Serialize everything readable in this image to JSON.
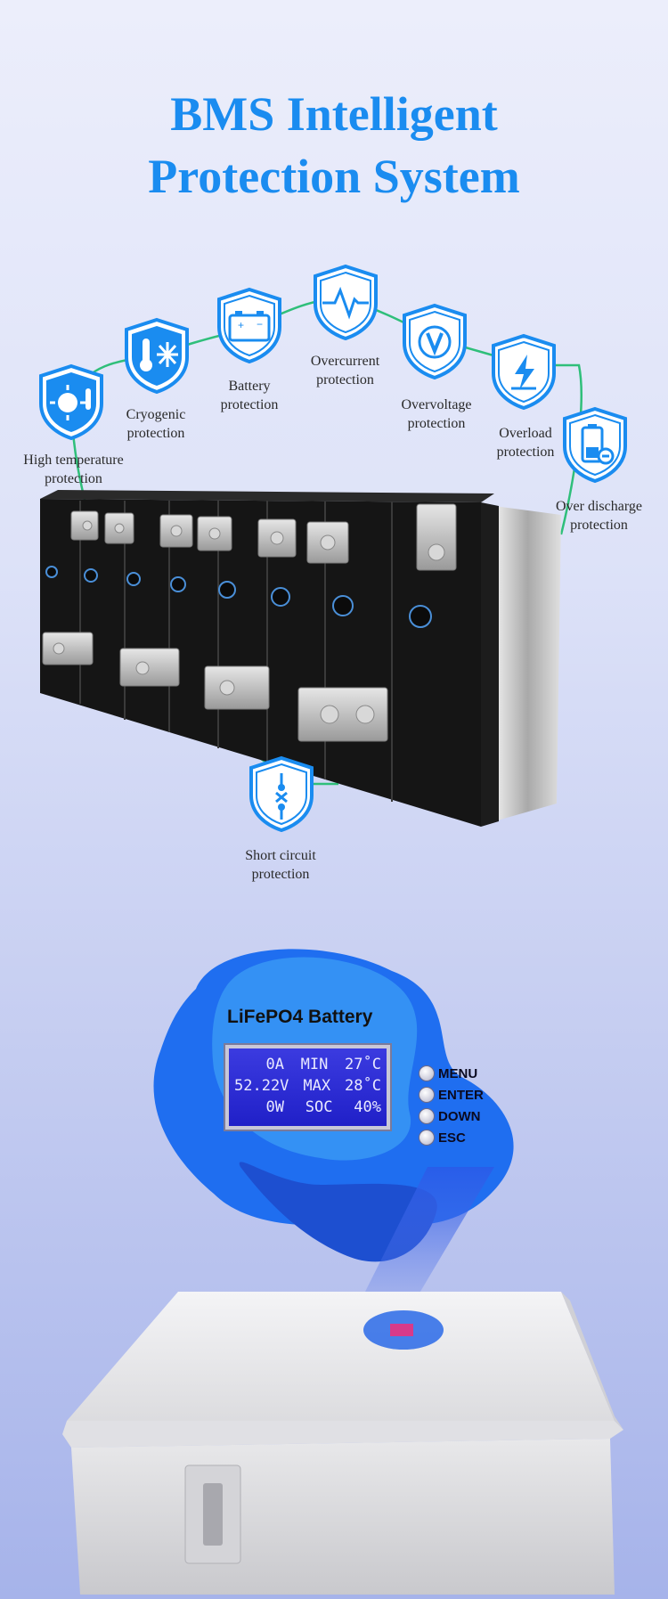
{
  "title": {
    "line1": "BMS Intelligent",
    "line2": "Protection System"
  },
  "features": [
    {
      "label": "High temperature\nprotection",
      "icon": "high-temperature-shield-icon"
    },
    {
      "label": "Cryogenic\nprotection",
      "icon": "cryogenic-shield-icon"
    },
    {
      "label": "Battery\nprotection",
      "icon": "battery-shield-icon"
    },
    {
      "label": "Overcurrent\nprotection",
      "icon": "overcurrent-shield-icon"
    },
    {
      "label": "Overvoltage\nprotection",
      "icon": "overvoltage-shield-icon"
    },
    {
      "label": "Overload\nprotection",
      "icon": "overload-shield-icon"
    },
    {
      "label": "Over discharge\nprotection",
      "icon": "over-discharge-shield-icon"
    },
    {
      "label": "Short circuit\nprotection",
      "icon": "short-circuit-shield-icon"
    }
  ],
  "display": {
    "title": "LiFePO4 Battery",
    "rows": [
      {
        "left": "0A",
        "mid": "MIN",
        "right": "27˚C"
      },
      {
        "left": "52.22V",
        "mid": "MAX",
        "right": "28˚C"
      },
      {
        "left": "0W",
        "mid": "SOC",
        "right": "40%"
      }
    ],
    "buttons": [
      "MENU",
      "ENTER",
      "DOWN",
      "ESC"
    ]
  },
  "colors": {
    "title": "#1a8cf0",
    "icon_blue": "#1a8cf0",
    "connector_green": "#2fbf7a",
    "lcd_blob": "#1f6ef0",
    "lcd_screen": "#2a2ad8"
  }
}
